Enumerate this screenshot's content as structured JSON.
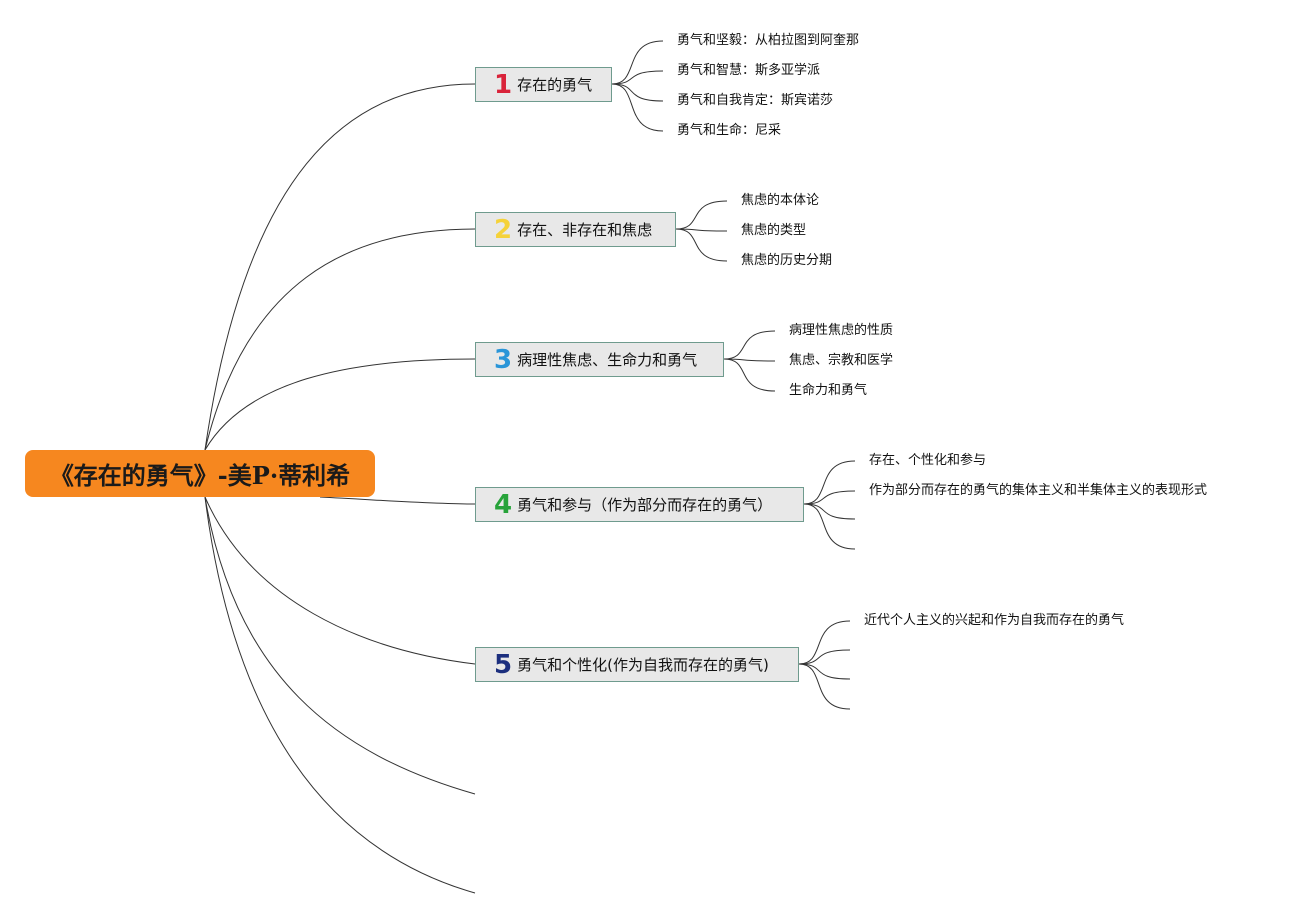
{
  "root": {
    "title": "《存在的勇气》-美P·蒂利希"
  },
  "topics": [
    {
      "number": "1",
      "label": "存在的勇气",
      "badge_color": "#d9233a",
      "children": [
        "勇气和坚毅：从柏拉图到阿奎那",
        "勇气和智慧：斯多亚学派",
        "勇气和自我肯定：斯宾诺莎",
        "勇气和生命：尼采"
      ]
    },
    {
      "number": "2",
      "label": "存在、非存在和焦虑",
      "badge_color": "#f5d23a",
      "children": [
        "焦虑的本体论",
        "焦虑的类型",
        "焦虑的历史分期"
      ]
    },
    {
      "number": "3",
      "label": "病理性焦虑、生命力和勇气",
      "badge_color": "#2a95d8",
      "children": [
        "病理性焦虑的性质",
        "焦虑、宗教和医学",
        "生命力和勇气"
      ]
    },
    {
      "number": "4",
      "label": "勇气和参与（作为部分而存在的勇气）",
      "badge_color": "#27a33a",
      "children": [
        "存在、个性化和参与",
        "作为部分而存在的勇气的集体主义和半集体主义的表现形式",
        "",
        ""
      ]
    },
    {
      "number": "5",
      "label": "勇气和个性化(作为自我而存在的勇气)",
      "badge_color": "#1c2f7e",
      "children": [
        "近代个人主义的兴起和作为自我而存在的勇气",
        "",
        "",
        ""
      ]
    }
  ],
  "colors": {
    "root_fill": "#f6871f",
    "topic_fill": "#e8e8e8",
    "topic_border": "#6f9b8e",
    "line": "#333333"
  }
}
